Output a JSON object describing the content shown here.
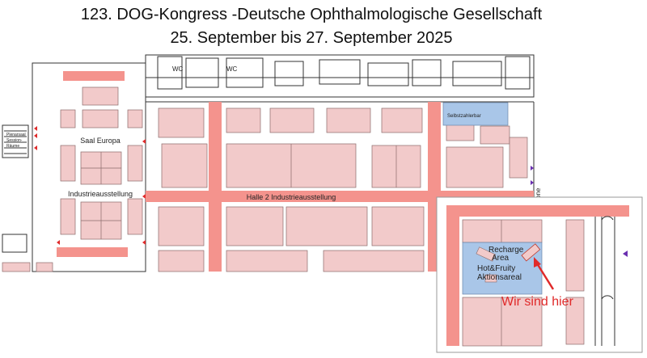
{
  "header": {
    "title": "123. DOG-Kongress -Deutsche Ophthalmologische Gesellschaft",
    "dates": "25. September bis 27. September 2025"
  },
  "map": {
    "labels": {
      "saal_europa": "Saal Europa",
      "industrieausstellung": "Industrieausstellung",
      "halle2": "Halle 2 Industrieausstellung",
      "wc1": "WC",
      "wc2": "WC",
      "selbstzahlerbar": "Selbstzahlerbar",
      "plenarsaal": "Plenarsaal",
      "session": "Session-",
      "raeume": "Räume",
      "zone": "zone"
    },
    "colors": {
      "booth": "#f2caca",
      "aisle": "#f4938d",
      "highlight": "#a9c6e8",
      "arrow": "#e02a2a",
      "marker": "#6a2fb0"
    }
  },
  "inset": {
    "recharge": "Recharge",
    "area": "Area",
    "hotfruity": "Hot&Fruity",
    "aktionsareal": "Aktionsareal",
    "callout": "Wir sind hier"
  }
}
